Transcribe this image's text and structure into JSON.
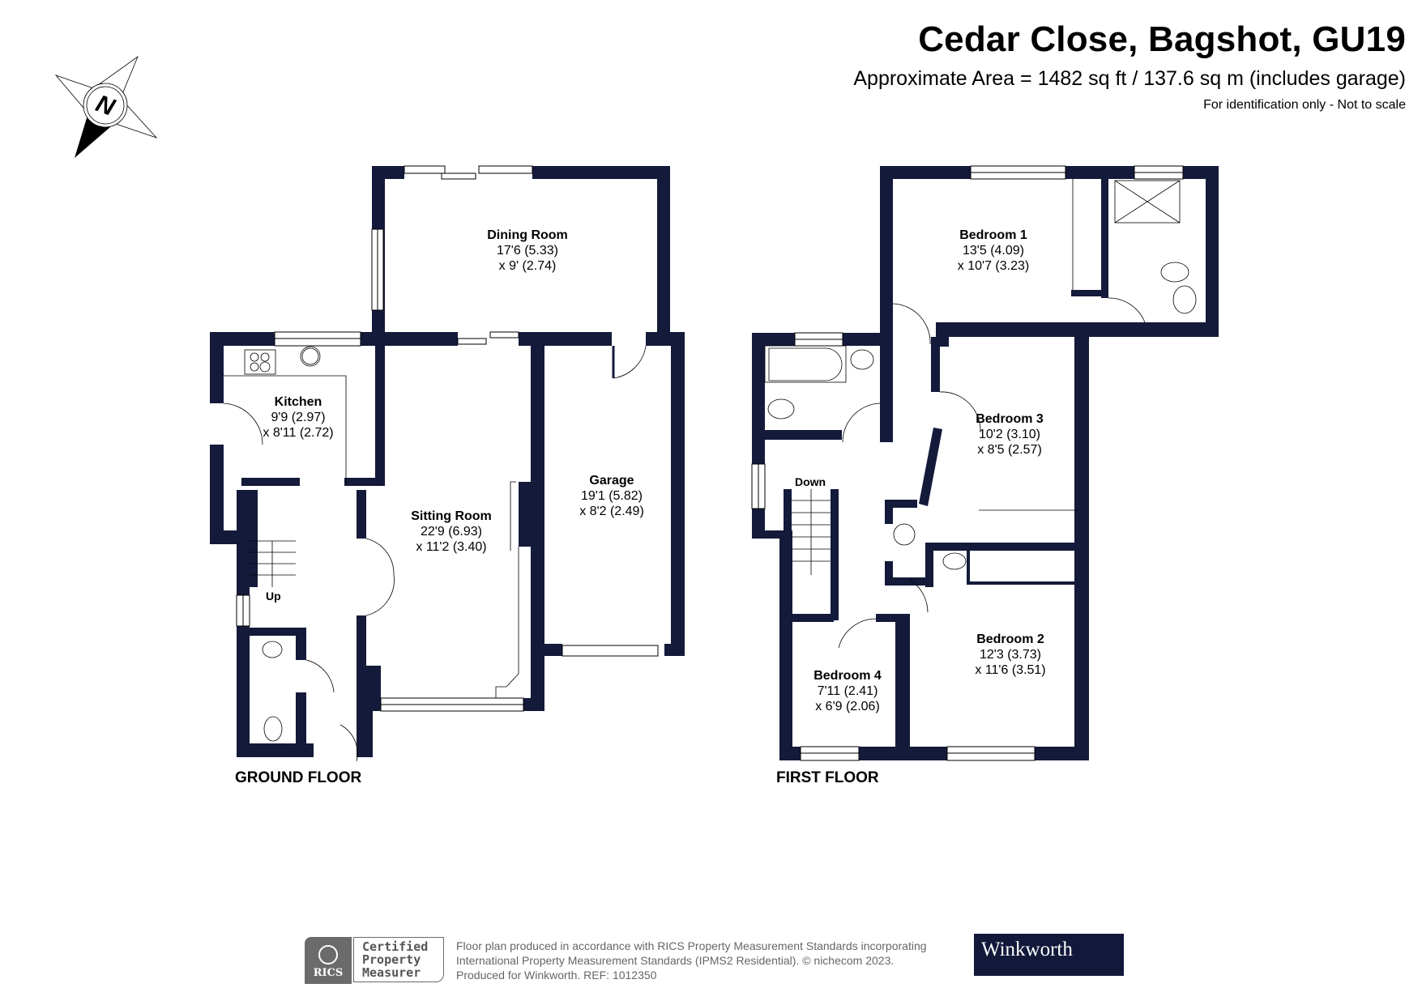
{
  "header": {
    "title": "Cedar Close, Bagshot, GU19",
    "area": "Approximate Area = 1482 sq ft / 137.6 sq m (includes garage)",
    "note": "For identification only - Not to scale"
  },
  "compass": {
    "letter": "N",
    "icon": "north-arrow-compass-icon"
  },
  "colors": {
    "wall": "#131a3a",
    "brand": "#12183a",
    "text_grey": "#666666",
    "rics_grey": "#6b6b6b"
  },
  "ground_floor": {
    "label": "GROUND FLOOR",
    "stairs_label": "Up",
    "rooms": [
      {
        "name": "Dining Room",
        "dim1": "17'6 (5.33)",
        "dim2": "x 9' (2.74)"
      },
      {
        "name": "Kitchen",
        "dim1": "9'9 (2.97)",
        "dim2": "x 8'11 (2.72)"
      },
      {
        "name": "Sitting Room",
        "dim1": "22'9 (6.93)",
        "dim2": "x 11'2 (3.40)"
      },
      {
        "name": "Garage",
        "dim1": "19'1 (5.82)",
        "dim2": "x 8'2 (2.49)"
      }
    ]
  },
  "first_floor": {
    "label": "FIRST FLOOR",
    "stairs_label": "Down",
    "rooms": [
      {
        "name": "Bedroom 1",
        "dim1": "13'5 (4.09)",
        "dim2": "x 10'7 (3.23)"
      },
      {
        "name": "Bedroom 3",
        "dim1": "10'2 (3.10)",
        "dim2": "x 8'5 (2.57)"
      },
      {
        "name": "Bedroom 2",
        "dim1": "12'3 (3.73)",
        "dim2": "x 11'6 (3.51)"
      },
      {
        "name": "Bedroom 4",
        "dim1": "7'11 (2.41)",
        "dim2": "x 6'9 (2.06)"
      }
    ]
  },
  "footer": {
    "rics_mark": "RICS",
    "rics_cert": [
      "Certified",
      "Property",
      "Measurer"
    ],
    "disclaimer": [
      "Floor plan produced in accordance with RICS Property Measurement Standards incorporating",
      "International Property Measurement Standards (IPMS2 Residential).   © nichecom 2023.",
      "Produced for Winkworth.   REF: 1012350"
    ],
    "brand": "Winkworth"
  }
}
